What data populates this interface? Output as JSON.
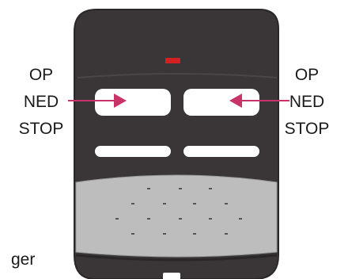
{
  "left_callout": {
    "line1": "OP",
    "line2": "NED",
    "line3": "STOP"
  },
  "right_callout": {
    "line1": "OP",
    "line2": "NED",
    "line3": "STOP"
  },
  "partial_text": "ger",
  "colors": {
    "remote_body": "#3a3638",
    "remote_outline": "#2a2729",
    "keypad": "#bdbdbd",
    "indicator_led": "#d42020",
    "arrow": "#c8346a",
    "button_fill": "#ffffff",
    "text": "#1a1a1a"
  },
  "icons": {
    "led": "red-led-indicator",
    "arrow": "pointer-arrow",
    "keypad_dots": "speaker-grille-dots"
  }
}
